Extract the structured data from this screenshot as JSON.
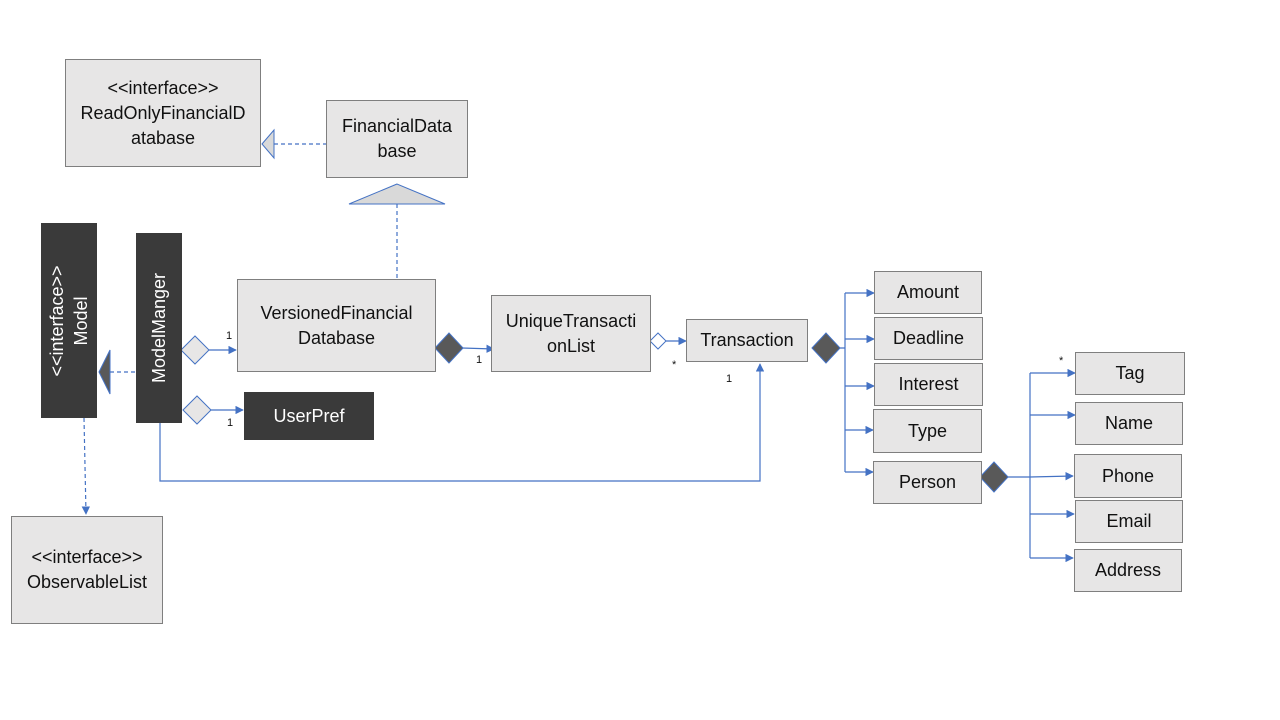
{
  "diagram": {
    "classes": {
      "readonly_financial_database": "<<interface>>\nReadOnlyFinancialD\natabase",
      "financial_database": "FinancialData\nbase",
      "model": "<<interface>>\nModel",
      "model_manager": "ModelManger",
      "versioned_financial_database": "VersionedFinancial\nDatabase",
      "unique_transaction_list": "UniqueTransacti\nonList",
      "transaction": "Transaction",
      "user_pref": "UserPref",
      "observable_list": "<<interface>>\nObservableList",
      "amount": "Amount",
      "deadline": "Deadline",
      "interest": "Interest",
      "type": "Type",
      "person": "Person",
      "tag": "Tag",
      "name": "Name",
      "phone": "Phone",
      "email": "Email",
      "address": "Address"
    },
    "multiplicities": {
      "manager_versioned": "1",
      "manager_userpref": "1",
      "versioned_unique": "1",
      "unique_transaction": "*",
      "manager_transaction": "1",
      "person_tag": "*"
    },
    "colors": {
      "box_fill": "#e7e6e6",
      "box_border": "#7f7f7f",
      "dark_fill": "#3a3a3a",
      "connector": "#4472c4",
      "diamond_filled": "#595959",
      "triangle_fill": "#d9d9d9"
    }
  }
}
